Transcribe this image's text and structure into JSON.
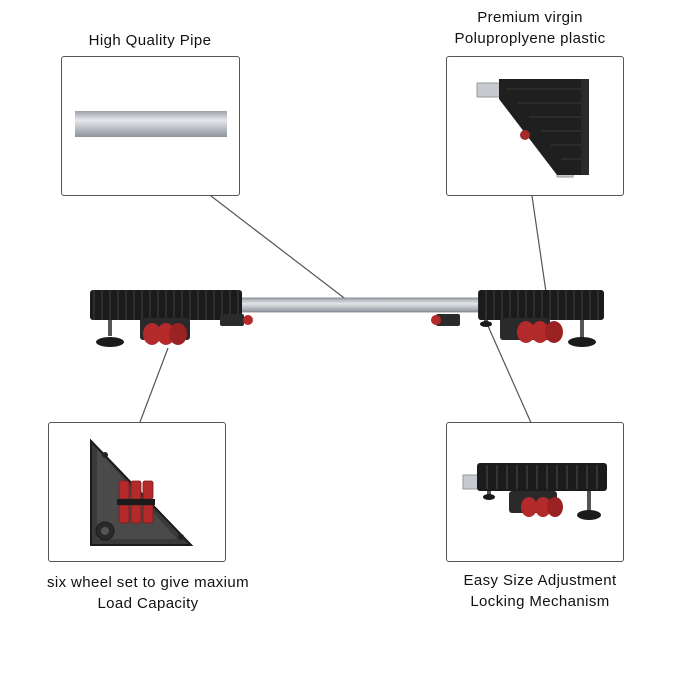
{
  "captions": {
    "pipe": "High Quality Pipe",
    "plastic_line1": "Premium virgin",
    "plastic_line2": "Poluproplyene plastic",
    "wheels_line1": "six wheel set to give maxium",
    "wheels_line2": "Load Capacity",
    "adjust_line1": "Easy Size Adjustment",
    "adjust_line2": "Locking Mechanism"
  },
  "colors": {
    "frame_black": "#1b1b1b",
    "pipe_grey": "#bfc3c8",
    "wheel_red": "#b42a2a",
    "line_grey": "#555555"
  }
}
